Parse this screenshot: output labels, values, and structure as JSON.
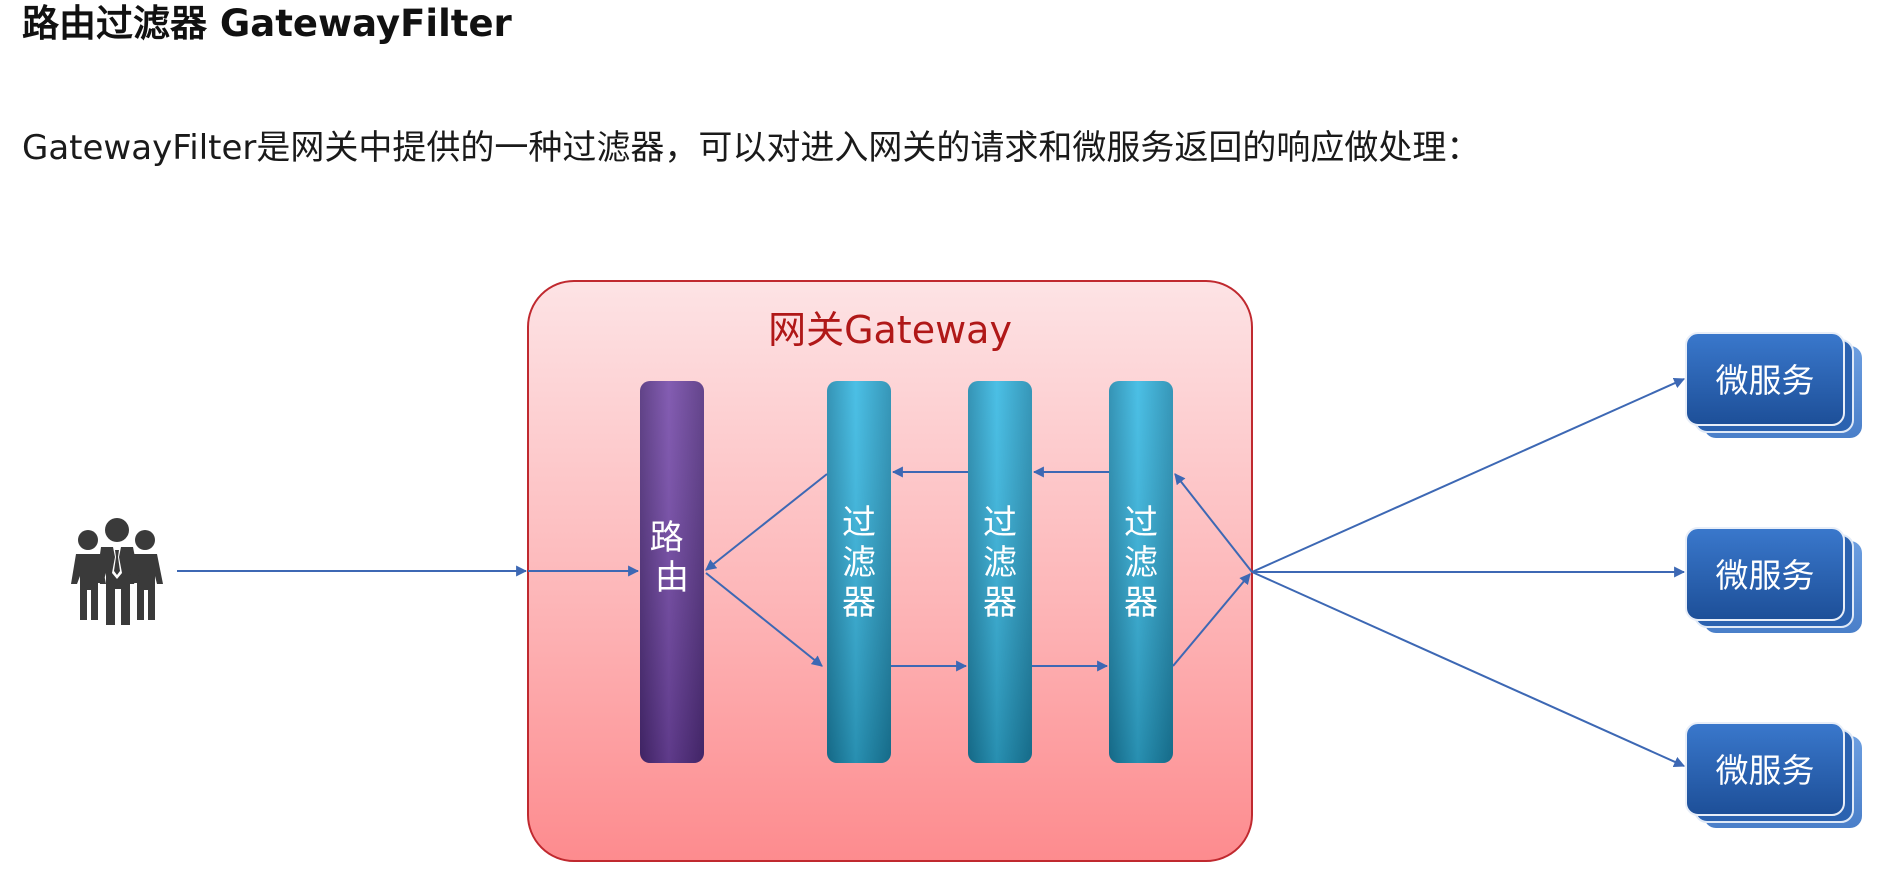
{
  "heading": "路由过滤器 GatewayFilter",
  "intro": "GatewayFilter是网关中提供的一种过滤器，可以对进入网关的请求和微服务返回的响应做处理：",
  "diagram": {
    "gateway_title": "网关Gateway",
    "router_label": "路由",
    "filters": [
      {
        "label": "过滤器"
      },
      {
        "label": "过滤器"
      },
      {
        "label": "过滤器"
      }
    ],
    "services": [
      {
        "label": "微服务"
      },
      {
        "label": "微服务"
      },
      {
        "label": "微服务"
      }
    ],
    "client_icon": "users-group-icon",
    "colors": {
      "gateway_fill_top": "#fde1e3",
      "gateway_fill_bottom": "#fd8c8f",
      "gateway_border": "#c0292f",
      "gateway_title": "#b01818",
      "router": "#6b3fa0",
      "filter": "#29a9d6",
      "service": "#1f5aa8",
      "arrow": "#3d68b4",
      "client_icon": "#3a3a3a"
    }
  }
}
